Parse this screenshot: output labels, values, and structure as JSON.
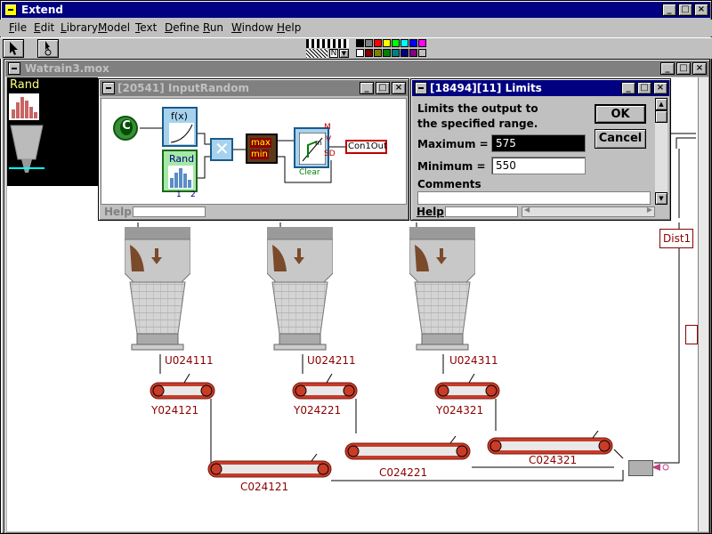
{
  "app": {
    "title": "Extend",
    "menu": [
      "File",
      "Edit",
      "Library",
      "Model",
      "Text",
      "Define",
      "Run",
      "Window",
      "Help"
    ],
    "line_dropdown": "N",
    "palette": [
      "#000000",
      "#808080",
      "#ff0000",
      "#ffff00",
      "#00ff00",
      "#00ffff",
      "#0000ff",
      "#ff00ff",
      "#ffffff",
      "#800000",
      "#808000",
      "#008000",
      "#008080",
      "#000080",
      "#800080",
      "#c0c0c0"
    ]
  },
  "model_window": {
    "title": "Watrain3.mox",
    "rand_icon_label": "Rand",
    "hoppers": [
      {
        "unit": "U024111",
        "feeder": "Y024121"
      },
      {
        "unit": "U024211",
        "feeder": "Y024221"
      },
      {
        "unit": "U024311",
        "feeder": "Y024321"
      }
    ],
    "conveyors": [
      "C024121",
      "C024221",
      "C024321"
    ],
    "dist_label": "Dist1"
  },
  "input_random": {
    "title": "[20541]   InputRandom",
    "blocks": {
      "const": "C",
      "fx": "f(x)",
      "rand": "Rand",
      "rand_port_1": "1",
      "rand_port_2": "2",
      "limit_max": "max",
      "limit_min": "min",
      "plot_m": "M",
      "plot_v": "V",
      "plot_sd": "SD",
      "plot_clear": "Clear",
      "output": "Con1Out"
    },
    "help": "Help"
  },
  "limits": {
    "title": "[18494][11]   Limits",
    "description": "Limits the output to the specified range.",
    "maximum_label": "Maximum =",
    "maximum_value": "575",
    "minimum_label": "Minimum =",
    "minimum_value": "550",
    "comments_label": "Comments",
    "ok": "OK",
    "cancel": "Cancel",
    "help": "Help"
  },
  "colors": {
    "title_active": "#000080",
    "title_inactive": "#808080",
    "label_red": "#8b0000",
    "conveyor": "#c83c28",
    "wire": "#000000"
  }
}
